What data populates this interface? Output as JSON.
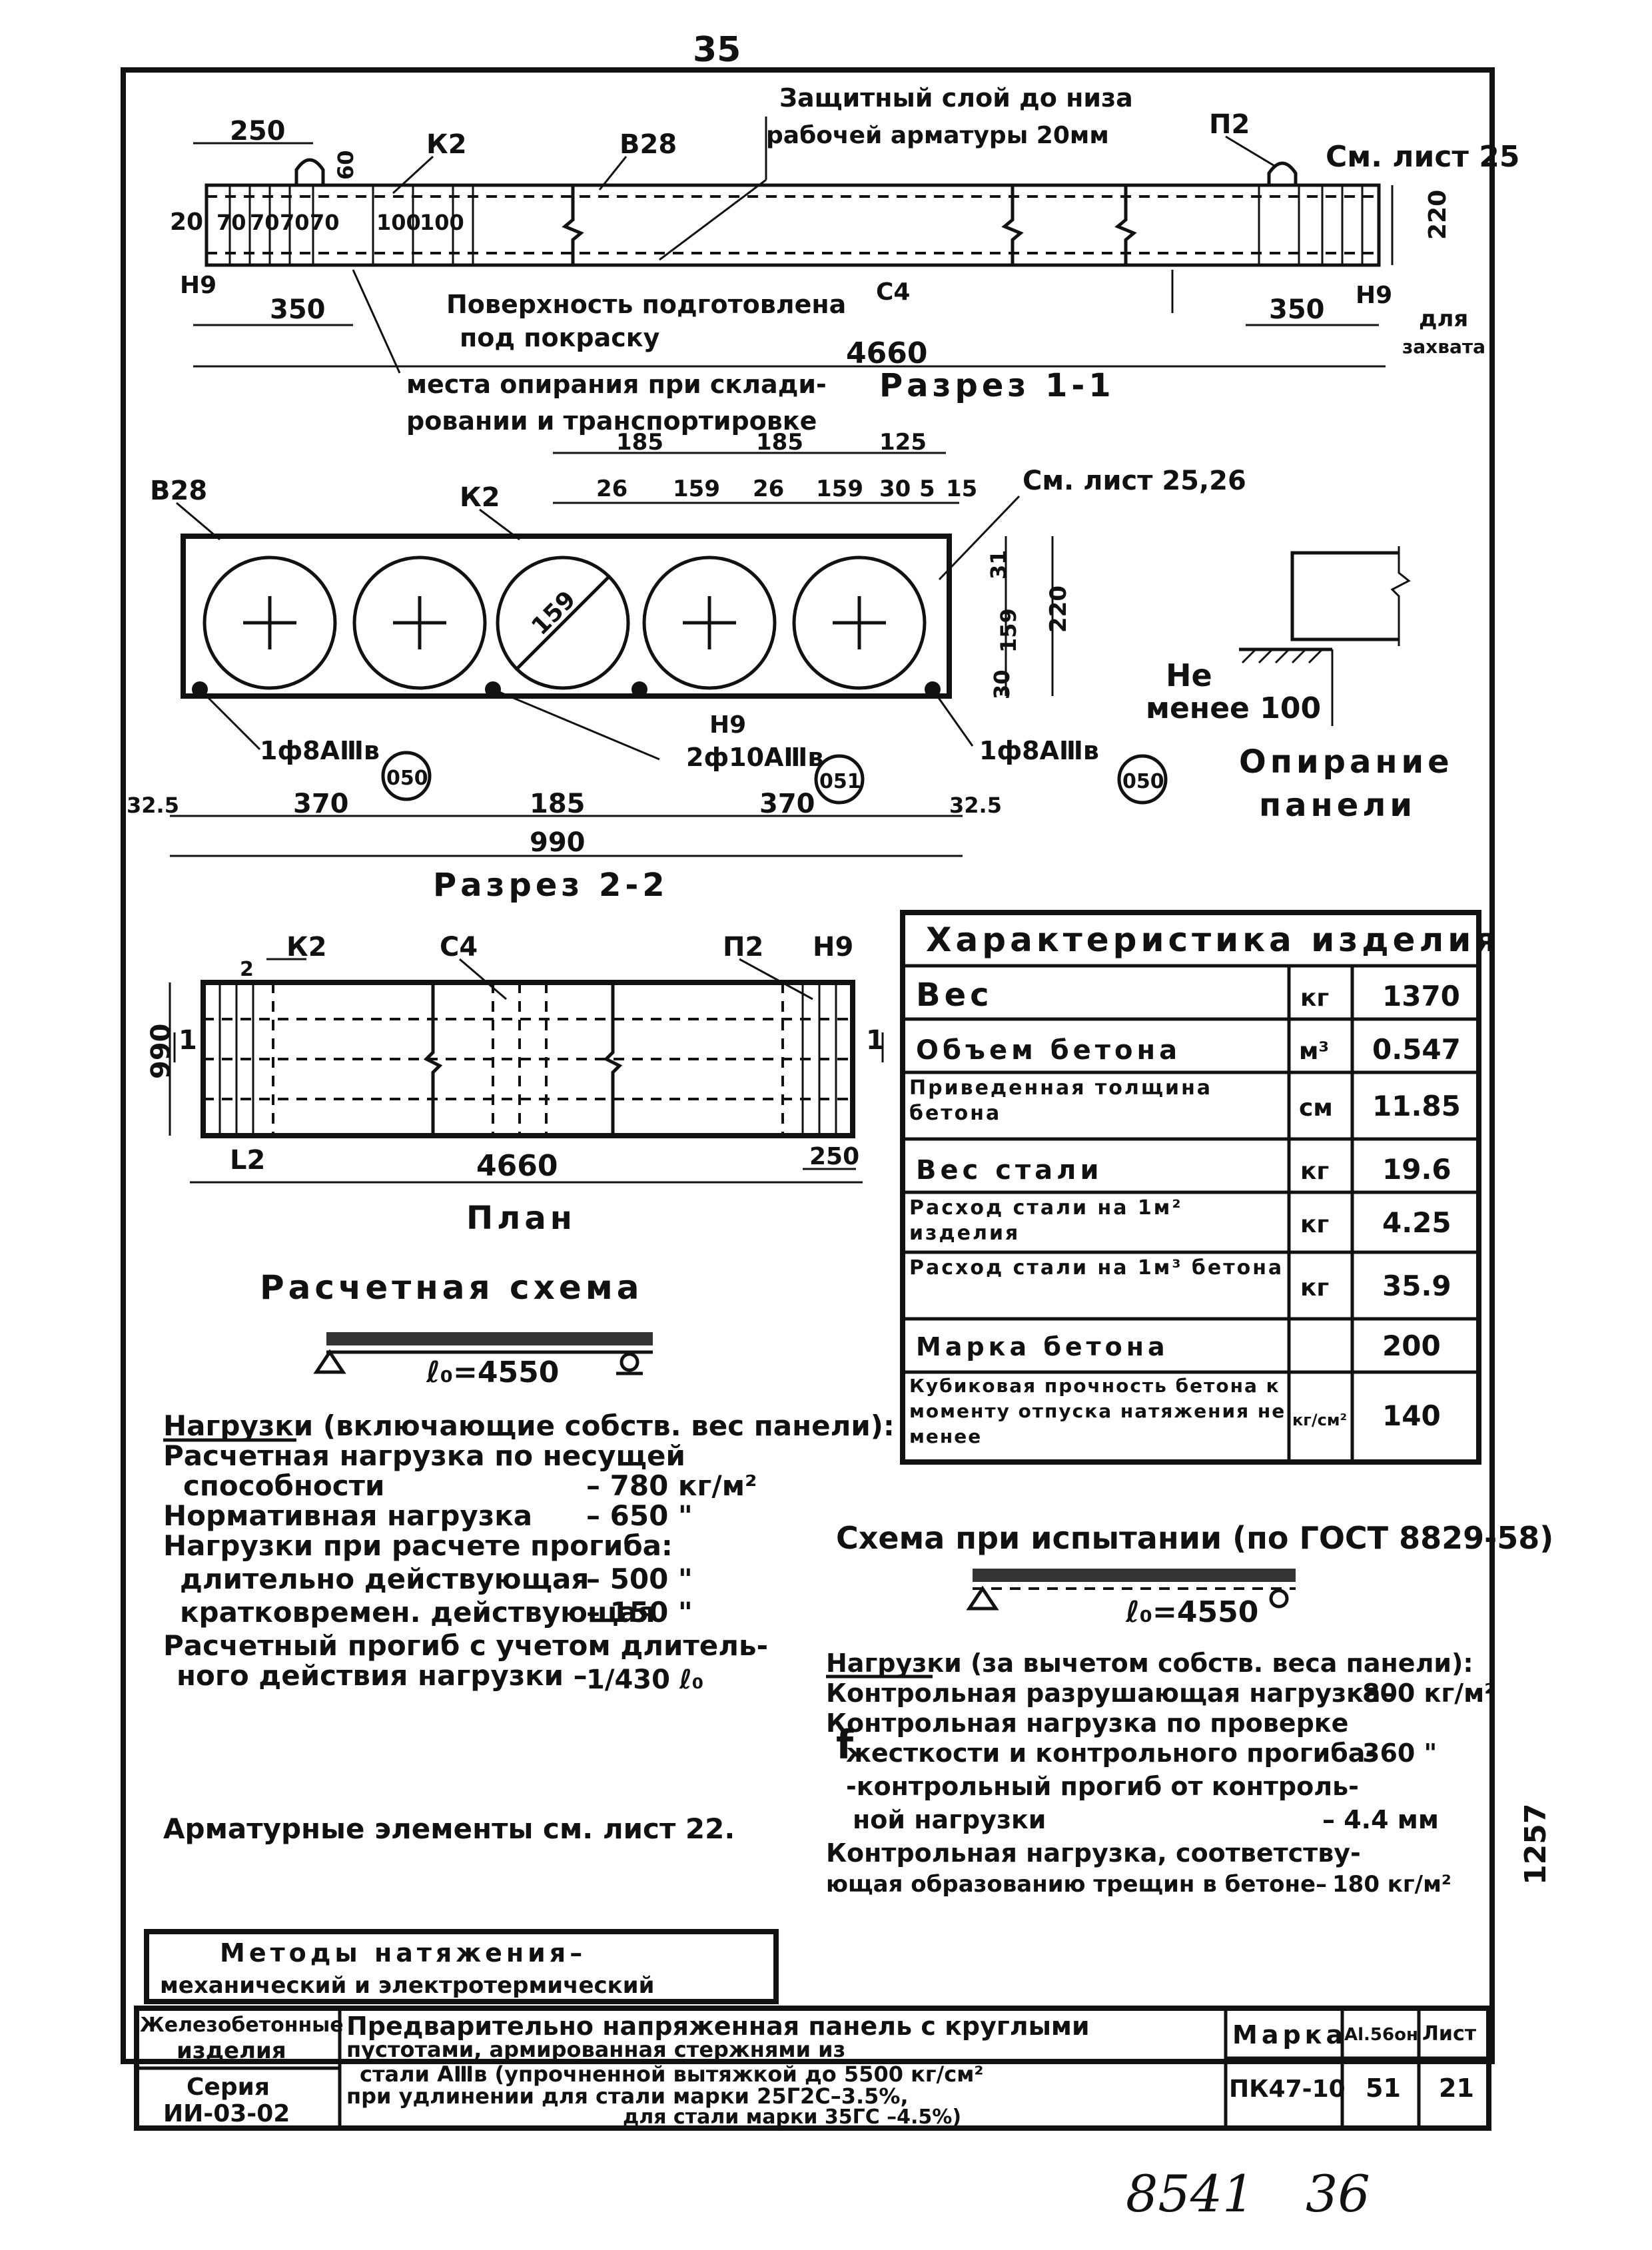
{
  "page": {
    "top_number": "35",
    "bottom_left_number": "8541",
    "bottom_right_number": "36",
    "side_number": "1257"
  },
  "section_1": {
    "dims": {
      "d250": "250",
      "d60": "60",
      "d20": "20",
      "d70a": "70",
      "d70b": "70",
      "d70c": "70",
      "d70d": "70",
      "d100a": "100",
      "d100b": "100",
      "d350l": "350",
      "d350r": "350",
      "d4660": "4660",
      "d220": "220"
    },
    "labels": {
      "k2": "К2",
      "v28": "В28",
      "p2": "П2",
      "n9l": "Н9",
      "n9r": "Н9",
      "c4": "С4",
      "see25": "См. лист 25",
      "for_grip_1": "для",
      "for_grip_2": "захвата"
    },
    "notes": {
      "cover_1": "Защитный слой до низа",
      "cover_2": "рабочей арматуры 20мм",
      "surface_1": "Поверхность подготовлена",
      "surface_2": "под покраску",
      "support_1": "места опирания при склади-",
      "support_2": "ровании и транспортировке"
    },
    "title": "Разрез 1-1"
  },
  "section_2": {
    "dims_top": {
      "d185a": "185",
      "d185b": "185",
      "d125": "125",
      "d26a": "26",
      "d159a": "159",
      "d26b": "26",
      "d159b": "159",
      "d30": "30",
      "d5": "5",
      "d15": "15"
    },
    "dims_right": {
      "d31": "31",
      "d159": "159",
      "d30": "30",
      "d220": "220"
    },
    "dims_bottom": {
      "d325l": "32.5",
      "d370a": "370",
      "d185": "185",
      "d370b": "370",
      "d325r": "32.5",
      "d990": "990"
    },
    "labels": {
      "v28": "В28",
      "k2": "К2",
      "see2526": "См. лист 25,26",
      "n9": "Н9",
      "d159diag": "159"
    },
    "rebar": [
      {
        "spec": "1ф8АⅢв",
        "mark": "050"
      },
      {
        "spec": "2ф10АⅢв",
        "mark": "051"
      },
      {
        "spec": "1ф8АⅢв",
        "mark": "050"
      }
    ],
    "title": "Разрез 2-2"
  },
  "support": {
    "text_1": "Не",
    "text_2": "менее 100",
    "caption_1": "Опирание",
    "caption_2": "панели"
  },
  "plan": {
    "labels": {
      "k2": "К2",
      "c4": "С4",
      "p2": "П2",
      "n9": "Н9",
      "l2": "L2",
      "mark2": "2",
      "s1l": "1",
      "s1r": "1"
    },
    "dims": {
      "d990": "990",
      "d4660": "4660",
      "d250": "250"
    },
    "title": "План"
  },
  "characteristics": {
    "title": "Характеристика изделия",
    "rows": [
      {
        "name": "Вес",
        "unit": "кг",
        "value": "1370"
      },
      {
        "name": "Объем бетона",
        "unit": "м³",
        "value": "0.547"
      },
      {
        "name": "Приведенная толщина бетона",
        "unit": "см",
        "value": "11.85"
      },
      {
        "name": "Вес стали",
        "unit": "кг",
        "value": "19.6"
      },
      {
        "name": "Расход стали на 1м² изделия",
        "unit": "кг",
        "value": "4.25"
      },
      {
        "name": "Расход стали на 1м³ бетона",
        "unit": "кг",
        "value": "35.9"
      },
      {
        "name": "Марка бетона",
        "unit": "",
        "value": "200"
      },
      {
        "name": "Кубиковая прочность бетона к моменту отпуска натяжения не менее",
        "unit": "кг/см²",
        "value": "140"
      }
    ]
  },
  "design_scheme": {
    "title": "Расчетная схема",
    "span": "ℓ₀=4550",
    "loads_header": "Нагрузки (включающие собств. вес панели):",
    "lines": [
      {
        "label": "Расчетная нагрузка по несущей",
        "value": ""
      },
      {
        "label": "способности",
        "value": "– 780 кг/м²"
      },
      {
        "label": "Нормативная нагрузка",
        "value": "– 650 \""
      },
      {
        "label": "Нагрузки при расчете прогиба:",
        "value": ""
      },
      {
        "label": "длительно действующая",
        "value": "– 500 \""
      },
      {
        "label": "кратковремен. действующая",
        "value": "– 150 \""
      },
      {
        "label": "Расчетный прогиб с учетом длитель-",
        "value": ""
      },
      {
        "label": "ного действия нагрузки –",
        "value": "1/430 ℓ₀"
      }
    ],
    "rebar_note": "Арматурные элементы см. лист 22."
  },
  "test_scheme": {
    "title": "Схема при испытании (по ГОСТ 8829-58)",
    "span": "ℓ₀=4550",
    "loads_header": "Нагрузки (за вычетом собств. веса панели):",
    "lines": [
      {
        "label": "Контрольная разрушающая нагрузка–",
        "value": "800 кг/м²"
      },
      {
        "label": "Контрольная нагрузка по проверке",
        "value": ""
      },
      {
        "label": "жесткости и контрольного прогиба–",
        "value": "360 \""
      },
      {
        "label": "-контрольный прогиб от контроль-",
        "value": ""
      },
      {
        "label": "ной нагрузки",
        "value": "– 4.4 мм"
      },
      {
        "label": "Контрольная нагрузка, соответству-",
        "value": ""
      },
      {
        "label": "ющая образованию трещин в бетоне–",
        "value": "180 кг/м²"
      }
    ],
    "f_symbol": "f"
  },
  "methods": {
    "line1": "Методы натяжения–",
    "line2": "механический и электротермический"
  },
  "title_block": {
    "org_1": "Железобетонные",
    "org_2": "изделия",
    "series_1": "Серия",
    "series_2": "ИИ-03-02",
    "desc_1": "Предварительно напряженная панель с круглыми",
    "desc_2": "пустотами, армированная стержнями из",
    "desc_3": "стали АⅢв (упрочненной вытяжкой до 5500 кг/см²",
    "desc_4": "при удлинении для стали марки 25Г2С–3.5%,",
    "desc_5": "для стали марки 35ГС –4.5%)",
    "mark_h": "Марка",
    "mark_v": "ПК47-10",
    "album_h": "Al.56он",
    "album_v": "51",
    "sheet_h": "Лист",
    "sheet_v": "21"
  }
}
